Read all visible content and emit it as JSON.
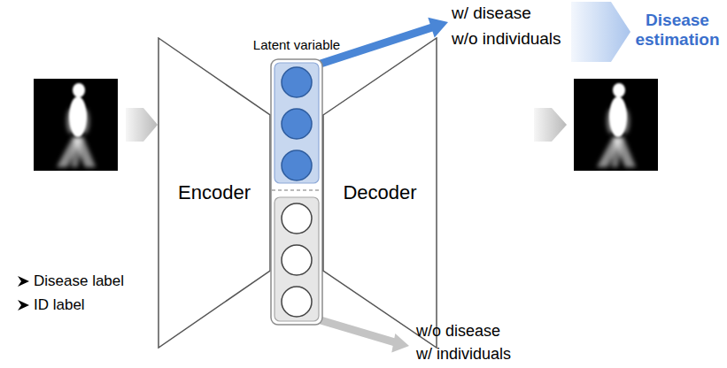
{
  "diagram": {
    "nodes": [
      {
        "text": [
          "Encoder"
        ]
      },
      {
        "text": [
          "Latent variable"
        ]
      },
      {
        "text": [
          "Decoder"
        ]
      }
    ],
    "labels": [
      "w/ disease",
      "w/o individuals",
      "Disease estimation",
      "w/o disease",
      "w/ individuals",
      "Disease label",
      "ID label"
    ]
  }
}
